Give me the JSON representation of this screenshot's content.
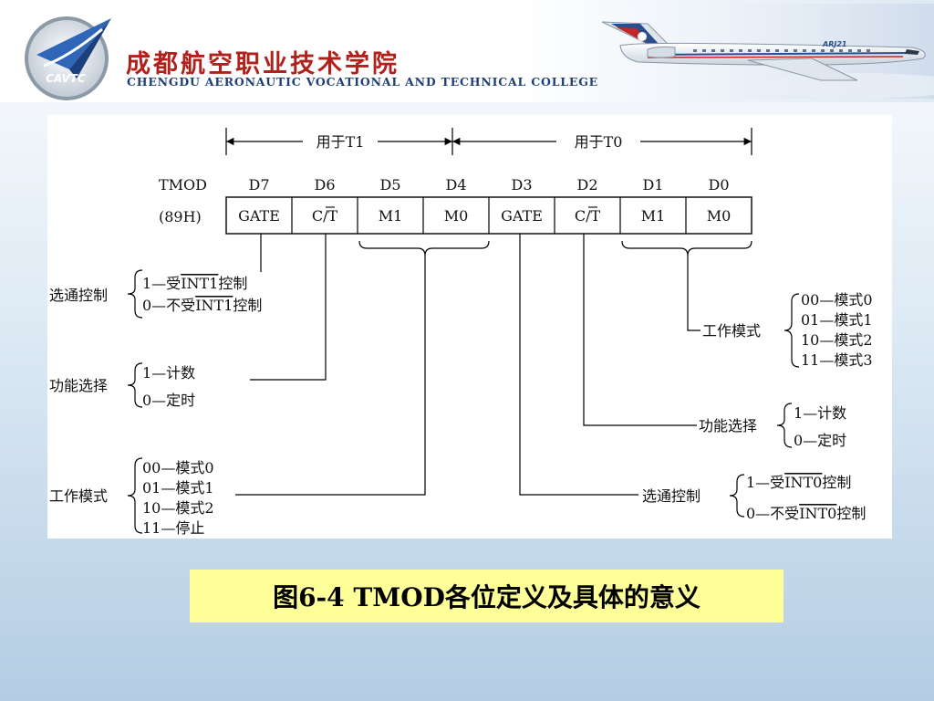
{
  "header": {
    "logo_text": "CAVTC",
    "college_cn": "成都航空职业技术学院",
    "college_en": "CHENGDU AERONAUTIC VOCATIONAL AND TECHNICAL COLLEGE",
    "plane_marking": "ARJ21"
  },
  "diagram": {
    "span_t1": "用于T1",
    "span_t0": "用于T0",
    "register_name": "TMOD",
    "register_addr": "(89H)",
    "bit_labels": [
      "D7",
      "D6",
      "D5",
      "D4",
      "D3",
      "D2",
      "D1",
      "D0"
    ],
    "cells": [
      "GATE",
      "C/T",
      "M1",
      "M0",
      "GATE",
      "C/T",
      "M1",
      "M0"
    ],
    "left": {
      "gate_title": "选通控制",
      "gate_opt1_prefix": "1—受",
      "gate_opt1_signal": "INT1",
      "gate_opt1_suffix": "控制",
      "gate_opt0_prefix": "0—不受",
      "gate_opt0_signal": "INT1",
      "gate_opt0_suffix": "控制",
      "func_title": "功能选择",
      "func_opt1": "1—计数",
      "func_opt0": "0—定时",
      "mode_title": "工作模式",
      "mode_opts": [
        "00—模式0",
        "01—模式1",
        "10—模式2",
        "11—停止"
      ]
    },
    "right": {
      "mode_title": "工作模式",
      "mode_opts": [
        "00—模式0",
        "01—模式1",
        "10—模式2",
        "11—模式3"
      ],
      "func_title": "功能选择",
      "func_opt1": "1—计数",
      "func_opt0": "0—定时",
      "gate_title": "选通控制",
      "gate_opt1_prefix": "1—受",
      "gate_opt1_signal": "INT0",
      "gate_opt1_suffix": "控制",
      "gate_opt0_prefix": "0—不受",
      "gate_opt0_signal": "INT0",
      "gate_opt0_suffix": "控制"
    }
  },
  "caption": "图6-4  TMOD各位定义及具体的意义",
  "colors": {
    "accent_red": "#b0211c",
    "accent_blue": "#1f3f7a",
    "caption_bg": "#ffff99"
  }
}
